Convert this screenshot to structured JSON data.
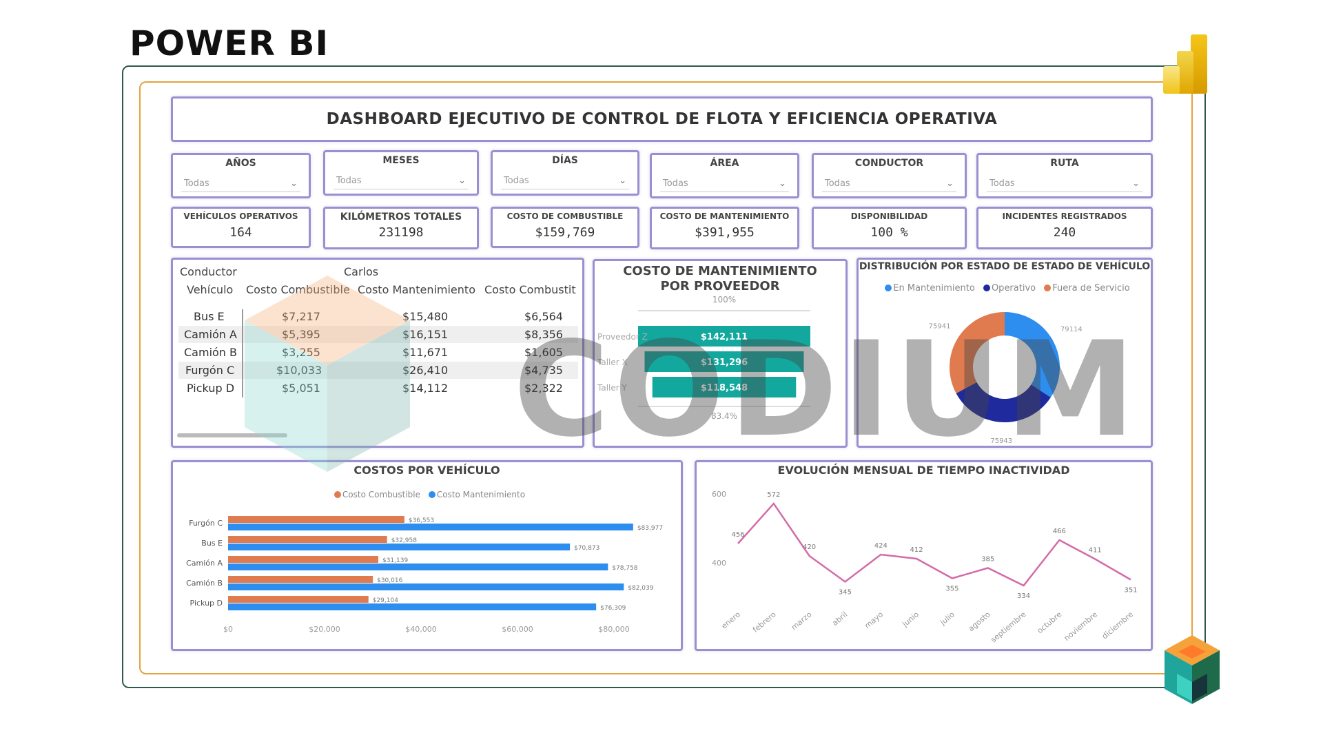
{
  "page": {
    "heading": "POWER BI"
  },
  "dashboard": {
    "title": "DASHBOARD EJECUTIVO DE CONTROL DE FLOTA Y EFICIENCIA OPERATIVA",
    "slicers": [
      {
        "label": "AÑOS",
        "value": "Todas"
      },
      {
        "label": "MESES",
        "value": "Todas"
      },
      {
        "label": "DÍAS",
        "value": "Todas"
      },
      {
        "label": "ÁREA",
        "value": "Todas"
      },
      {
        "label": "CONDUCTOR",
        "value": "Todas"
      },
      {
        "label": "RUTA",
        "value": "Todas"
      }
    ],
    "kpis": [
      {
        "label": "VEHÍCULOS OPERATIVOS",
        "value": "164"
      },
      {
        "label": "KILÓMETROS TOTALES",
        "value": "231198"
      },
      {
        "label": "COSTO DE COMBUSTIBLE",
        "value": "$159,769"
      },
      {
        "label": "COSTO DE MANTENIMIENTO",
        "value": "$391,955"
      },
      {
        "label": "DISPONIBILIDAD",
        "value": "100 %"
      },
      {
        "label": "INCIDENTES REGISTRADOS",
        "value": "240"
      }
    ],
    "matrix": {
      "row_header": "Conductor",
      "group": "Carlos",
      "columns": [
        "Vehículo",
        "Costo Combustible",
        "Costo Mantenimiento",
        "Costo Combustit"
      ],
      "rows": [
        {
          "vehicle": "Bus E",
          "fuel": "$7,217",
          "maint": "$15,480",
          "fuel2": "$6,564"
        },
        {
          "vehicle": "Camión A",
          "fuel": "$5,395",
          "maint": "$16,151",
          "fuel2": "$8,356"
        },
        {
          "vehicle": "Camión B",
          "fuel": "$3,255",
          "maint": "$11,671",
          "fuel2": "$1,605"
        },
        {
          "vehicle": "Furgón C",
          "fuel": "$10,033",
          "maint": "$26,410",
          "fuel2": "$4,735"
        },
        {
          "vehicle": "Pickup D",
          "fuel": "$5,051",
          "maint": "$14,112",
          "fuel2": "$2,322"
        }
      ]
    },
    "watermark": "CODIUM"
  },
  "colors": {
    "accent_border": "#9b8fd0",
    "teal": "#13a89e",
    "orange": "#e07b4f",
    "blue": "#2d8ef0",
    "navy": "#1f2a9c",
    "pink": "#d46ba8"
  },
  "chart_data": [
    {
      "type": "funnel",
      "title": "COSTO DE MANTENIMIENTO POR PROVEEDOR",
      "categories": [
        "Proveedor Z",
        "Taller X",
        "Taller Y"
      ],
      "values": [
        142111,
        131296,
        118548
      ],
      "value_labels": [
        "$142,111",
        "$131,296",
        "$118,548"
      ],
      "top_label": "100%",
      "bottom_label": "83.4%"
    },
    {
      "type": "donut",
      "title": "DISTRIBUCIÓN POR ESTADO DE ESTADO DE VEHÍCULO",
      "legend": [
        "En Mantenimiento",
        "Operativo",
        "Fuera de Servicio"
      ],
      "values": [
        79114,
        75943,
        75941
      ],
      "value_labels": [
        "79114",
        "75943",
        "75941"
      ],
      "colors": [
        "#2d8ef0",
        "#1f2a9c",
        "#e07b4f"
      ]
    },
    {
      "type": "bar",
      "orientation": "horizontal",
      "title": "COSTOS POR VEHÍCULO",
      "categories": [
        "Furgón C",
        "Bus E",
        "Camión A",
        "Camión B",
        "Pickup D"
      ],
      "series": [
        {
          "name": "Costo Combustible",
          "values": [
            36553,
            32958,
            31139,
            30016,
            29104
          ],
          "labels": [
            "$36,553",
            "$32,958",
            "$31,139",
            "$30,016",
            "$29,104"
          ],
          "color": "#e07b4f"
        },
        {
          "name": "Costo Mantenimiento",
          "values": [
            83977,
            70873,
            78758,
            82039,
            76309
          ],
          "labels": [
            "$83,977",
            "$70,873",
            "$78,758",
            "$82,039",
            "$76,309"
          ],
          "color": "#2d8ef0"
        }
      ],
      "xlim": [
        0,
        80000
      ],
      "x_ticks": [
        "$0",
        "$20,000",
        "$40,000",
        "$60,000",
        "$80,000"
      ],
      "legend_position": "top-center"
    },
    {
      "type": "line",
      "title": "EVOLUCIÓN MENSUAL DE TIEMPO INACTIVIDAD",
      "x": [
        "enero",
        "febrero",
        "marzo",
        "abril",
        "mayo",
        "junio",
        "julio",
        "agosto",
        "septiembre",
        "octubre",
        "noviembre",
        "diciembre"
      ],
      "y": [
        456,
        572,
        420,
        345,
        424,
        412,
        355,
        385,
        334,
        466,
        411,
        351
      ],
      "ylim": [
        300,
        600
      ],
      "y_ticks": [
        "400",
        "600"
      ],
      "color": "#d46ba8"
    }
  ]
}
